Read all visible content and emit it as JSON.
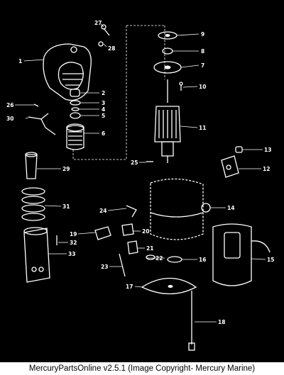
{
  "diagram": {
    "callouts": [
      "1",
      "2",
      "3",
      "4",
      "5",
      "6",
      "7",
      "8",
      "9",
      "10",
      "11",
      "12",
      "13",
      "14",
      "15",
      "16",
      "17",
      "18",
      "19",
      "20",
      "21",
      "22",
      "23",
      "24",
      "25",
      "26",
      "27",
      "28",
      "29",
      "30",
      "31",
      "32",
      "33"
    ]
  },
  "footer": {
    "text": "MercuryPartsOnline v2.5.1 (Image Copyright- Mercury Marine)"
  }
}
